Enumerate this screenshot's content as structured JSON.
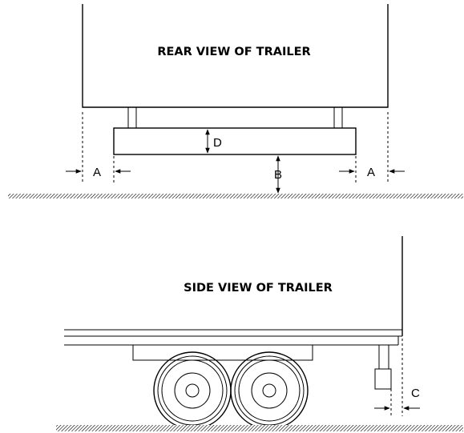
{
  "rear_view": {
    "title": "REAR VIEW OF TRAILER",
    "label_a_left": "A",
    "label_a_right": "A",
    "label_b": "B",
    "label_d": "D"
  },
  "side_view": {
    "title": "SIDE VIEW OF TRAILER",
    "label_c": "C"
  },
  "colors": {
    "line": "#000000",
    "background": "#ffffff"
  }
}
